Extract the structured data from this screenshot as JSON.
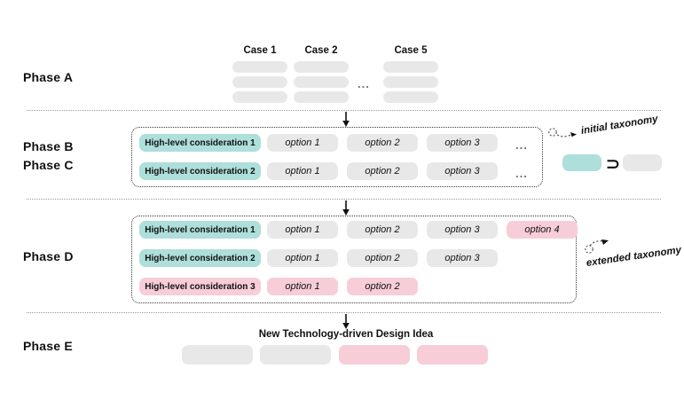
{
  "diagram": {
    "title": "Phased technology-driven design process",
    "colors": {
      "teal": "#aedfda",
      "pink": "#f7cdd8",
      "gray": "#e8e8e8",
      "ink": "#111111",
      "dotted": "#9a9a9a"
    }
  },
  "phases": {
    "a": {
      "label": "Phase A"
    },
    "b": {
      "label": "Phase B"
    },
    "c": {
      "label": "Phase C"
    },
    "d": {
      "label": "Phase D"
    },
    "e": {
      "label": "Phase E"
    }
  },
  "phase_a": {
    "case_labels": [
      "Case 1",
      "Case 2",
      "Case 5"
    ],
    "ellipsis": "...",
    "rows_per_case": 3
  },
  "phase_bc": {
    "rows": [
      {
        "consideration": "High-level consideration 1",
        "consideration_color": "teal",
        "options": [
          {
            "label": "option 1",
            "color": "gray"
          },
          {
            "label": "option 2",
            "color": "gray"
          },
          {
            "label": "option 3",
            "color": "gray"
          }
        ],
        "ellipsis": "..."
      },
      {
        "consideration": "High-level consideration 2",
        "consideration_color": "teal",
        "options": [
          {
            "label": "option 1",
            "color": "gray"
          },
          {
            "label": "option 2",
            "color": "gray"
          },
          {
            "label": "option 3",
            "color": "gray"
          }
        ],
        "ellipsis": "..."
      }
    ]
  },
  "phase_d": {
    "rows": [
      {
        "consideration": "High-level consideration 1",
        "consideration_color": "teal",
        "options": [
          {
            "label": "option 1",
            "color": "gray"
          },
          {
            "label": "option 2",
            "color": "gray"
          },
          {
            "label": "option 3",
            "color": "gray"
          },
          {
            "label": "option 4",
            "color": "pink"
          }
        ]
      },
      {
        "consideration": "High-level consideration 2",
        "consideration_color": "teal",
        "options": [
          {
            "label": "option 1",
            "color": "gray"
          },
          {
            "label": "option 2",
            "color": "gray"
          },
          {
            "label": "option 3",
            "color": "gray"
          }
        ]
      },
      {
        "consideration": "High-level consideration 3",
        "consideration_color": "pink",
        "options": [
          {
            "label": "option 1",
            "color": "pink"
          },
          {
            "label": "option 2",
            "color": "pink"
          }
        ]
      }
    ]
  },
  "phase_e": {
    "caption": "New Technology-driven Design Idea",
    "pills": [
      {
        "color": "gray"
      },
      {
        "color": "gray"
      },
      {
        "color": "pink"
      },
      {
        "color": "pink"
      }
    ]
  },
  "annotations": {
    "initial_taxonomy": "initial taxonomy",
    "extended_taxonomy": "extended taxonomy",
    "legend_superset": "⊃"
  }
}
